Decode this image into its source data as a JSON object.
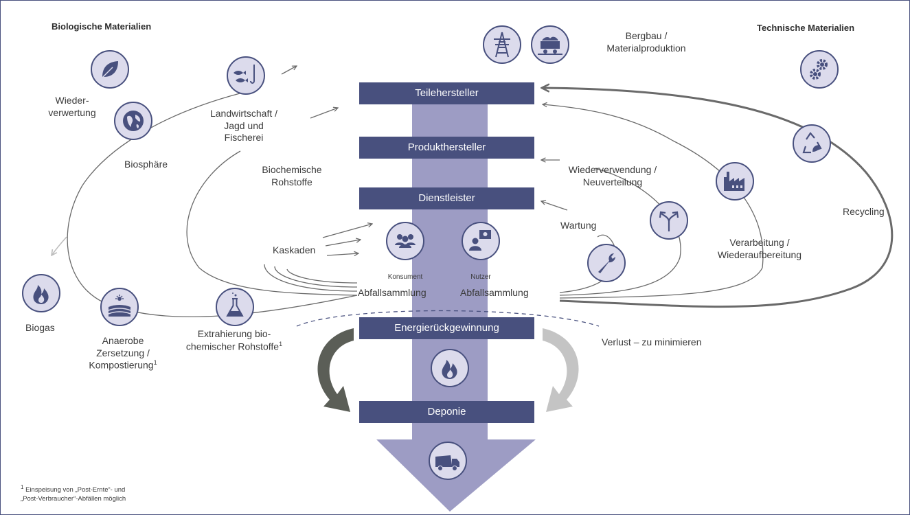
{
  "colors": {
    "navy": "#48507e",
    "band": "#9d9cc4",
    "circle_fill": "#dcdbec",
    "line": "#6a6a6a",
    "light_arrow": "#c4c4c4",
    "dark_arrow": "#5b5e57"
  },
  "headers": {
    "bio": "Biologische Materialien",
    "tech": "Technische Materialien"
  },
  "labels": {
    "mining_l1": "Bergbau /",
    "mining_l2": "Materialproduktion",
    "reuse_l1": "Wieder-",
    "reuse_l2": "verwertung",
    "biosphere": "Biosphäre",
    "farming_l1": "Landwirtschaft /",
    "farming_l2": "Jagd und",
    "farming_l3": "Fischerei",
    "biochem_l1": "Biochemische",
    "biochem_l2": "Rohstoffe",
    "cascades": "Kaskaden",
    "biogas": "Biogas",
    "anaerobic_l1": "Anaerobe",
    "anaerobic_l2": "Zersetzung /",
    "anaerobic_l3": "Kompostierung",
    "footnote_mark": "1",
    "extraction_l1": "Extrahierung bio-",
    "extraction_l2": "chemischer Rohstoffe",
    "consumer": "Konsument",
    "user": "Nutzer",
    "waste1": "Abfallsammlung",
    "waste2": "Abfallsammlung",
    "redistribution_l1": "Wiederverwendung /",
    "redistribution_l2": "Neuverteilung",
    "maintenance": "Wartung",
    "processing_l1": "Verarbeitung /",
    "processing_l2": "Wiederaufbereitung",
    "recycling": "Recycling",
    "loss": "Verlust – zu minimieren",
    "footnote_l1": "Einspeisung von „Post-Ernte“- und",
    "footnote_l2": "„Post-Verbraucher“-Abfällen möglich"
  },
  "stages": {
    "parts": "Teilehersteller",
    "product": "Produkthersteller",
    "service": "Dienstleister",
    "energy": "Energierückgewinnung",
    "landfill": "Deponie"
  },
  "icons": [
    "leaf-icon",
    "globe-icon",
    "fish-icon",
    "pylon-icon",
    "mine-cart-icon",
    "gears-icon",
    "recycle-icon",
    "factory-icon",
    "split-arrows-icon",
    "wrench-icon",
    "people-icon",
    "user-idea-icon",
    "flame-icon",
    "farm-field-icon",
    "flask-icon",
    "truck-icon"
  ]
}
